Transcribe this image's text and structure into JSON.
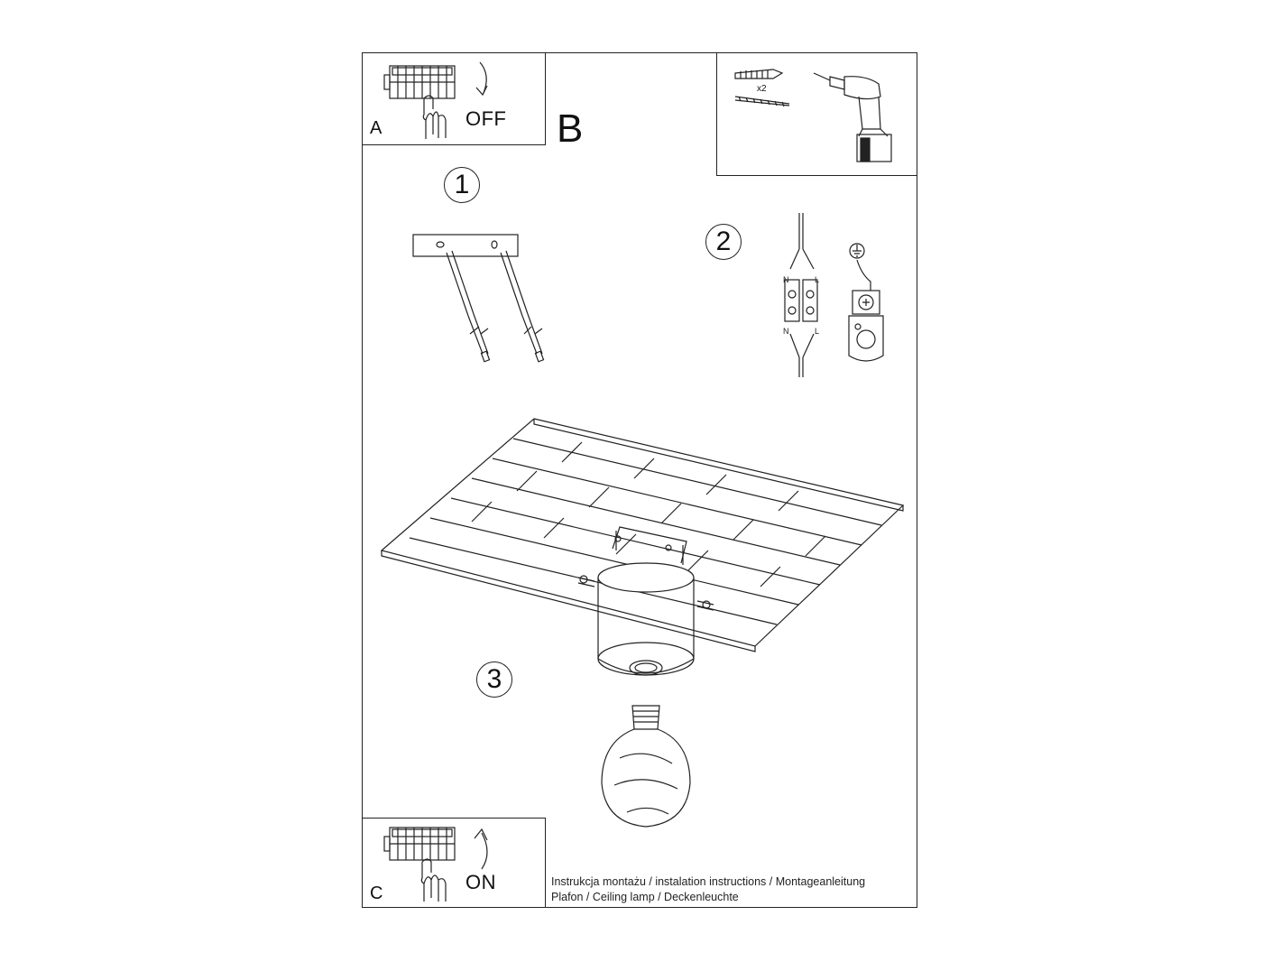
{
  "panel_a": {
    "letter": "A",
    "label": "OFF"
  },
  "panel_b": {
    "letter": "B"
  },
  "tools": {
    "anchor_count": "x2"
  },
  "steps": {
    "step1": "1",
    "step2": "2",
    "step3": "3"
  },
  "wiring": {
    "neutral_top": "N",
    "live_top": "L",
    "neutral_bottom": "N",
    "live_bottom": "L"
  },
  "panel_c": {
    "letter": "C",
    "label": "ON"
  },
  "caption": {
    "line1": "Instrukcja montażu / instalation instructions / Montageanleitung",
    "line2": "Plafon / Ceiling lamp / Deckenleuchte"
  }
}
